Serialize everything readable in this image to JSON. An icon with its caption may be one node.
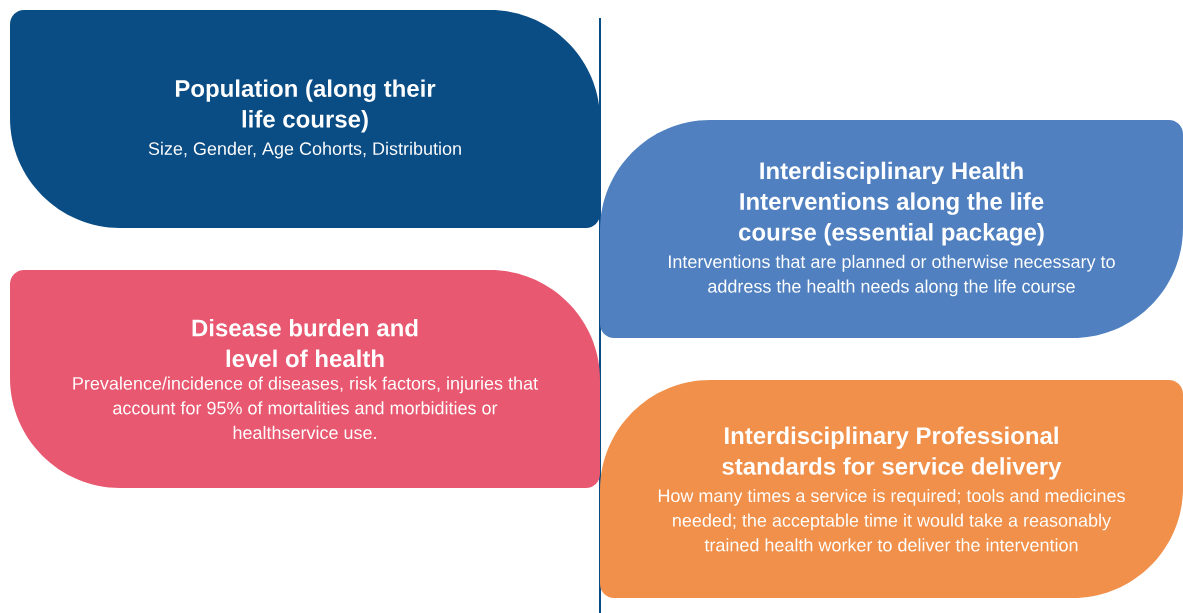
{
  "diagram": {
    "nodes": [
      {
        "text": [
          "Population (along their life course)",
          "Size, Gender, Age Cohorts, Distribution"
        ]
      },
      {
        "text": [
          "Interdisciplinary Health Interventions along the life course (essential package)",
          "Interventions that are planned or otherwise necessary to address the health needs along the life course"
        ]
      },
      {
        "text": [
          "Disease burden and level of health",
          "Prevalence/incidence of diseases, risk factors, injuries that account for 95% of mortalities and morbidities or healthservice use."
        ]
      },
      {
        "text": [
          "Interdisciplinary Professional standards for service delivery",
          "How many times a service is required; tools and medicines needed; the acceptable time it would take a reasonably trained health worker to deliver the intervention"
        ]
      }
    ]
  }
}
